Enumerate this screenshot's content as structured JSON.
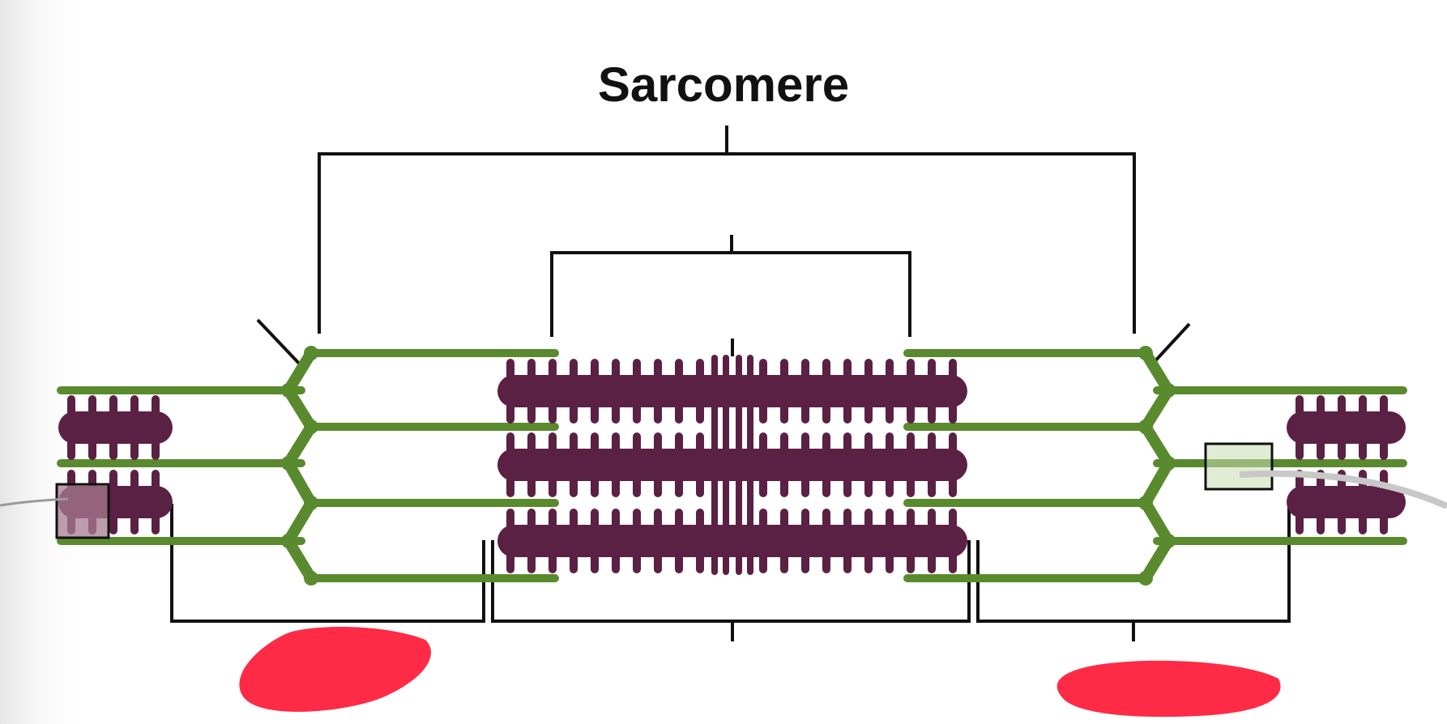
{
  "diagram": {
    "title": "Sarcomere",
    "colors": {
      "actin": "#5a8a2e",
      "myosin": "#5b2144",
      "bracket": "#111111",
      "redaction": "#ff2a45",
      "background_left": "#e9e9e9"
    },
    "icons": [
      "z-disc-zigzag",
      "m-line",
      "redaction-blob",
      "callout-box"
    ]
  }
}
